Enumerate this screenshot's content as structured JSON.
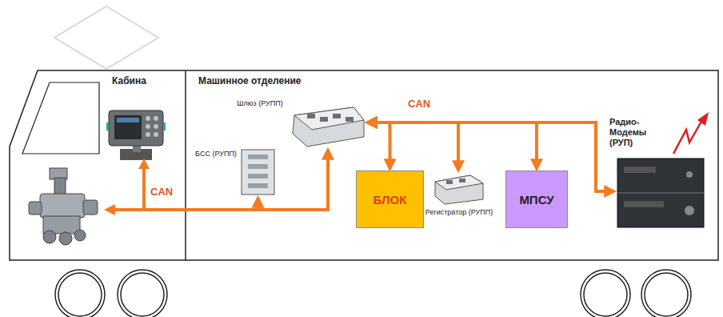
{
  "diagram": {
    "nodes": [
      {
        "text": [
          "Кабина"
        ]
      },
      {
        "text": [
          "Машинное отделение"
        ]
      },
      {
        "text": [
          "Шлюз (РУПП)"
        ],
        "in": 1
      },
      {
        "text": [
          "БСС (РУПП)"
        ],
        "in": 1
      },
      {
        "text": [
          "БЛОК"
        ],
        "in": 1
      },
      {
        "text": [
          "Регистратор (РУПП)"
        ],
        "in": 1
      },
      {
        "text": [
          "МПСУ"
        ],
        "in": 1
      },
      {
        "text": [
          "Радио- Модемы (РУП)"
        ],
        "in": 1
      }
    ],
    "edges": [
      {
        "from": 2,
        "to": 4,
        "arrow": "both"
      },
      {
        "from": 2,
        "to": 5,
        "arrow": "both"
      },
      {
        "from": 2,
        "to": 6,
        "arrow": "both"
      },
      {
        "from": 2,
        "to": 7,
        "arrow": "both",
        "label": "CAN"
      },
      {
        "from": 2,
        "to": 3,
        "arrow": "both"
      }
    ],
    "labels": [
      "CAN"
    ]
  }
}
